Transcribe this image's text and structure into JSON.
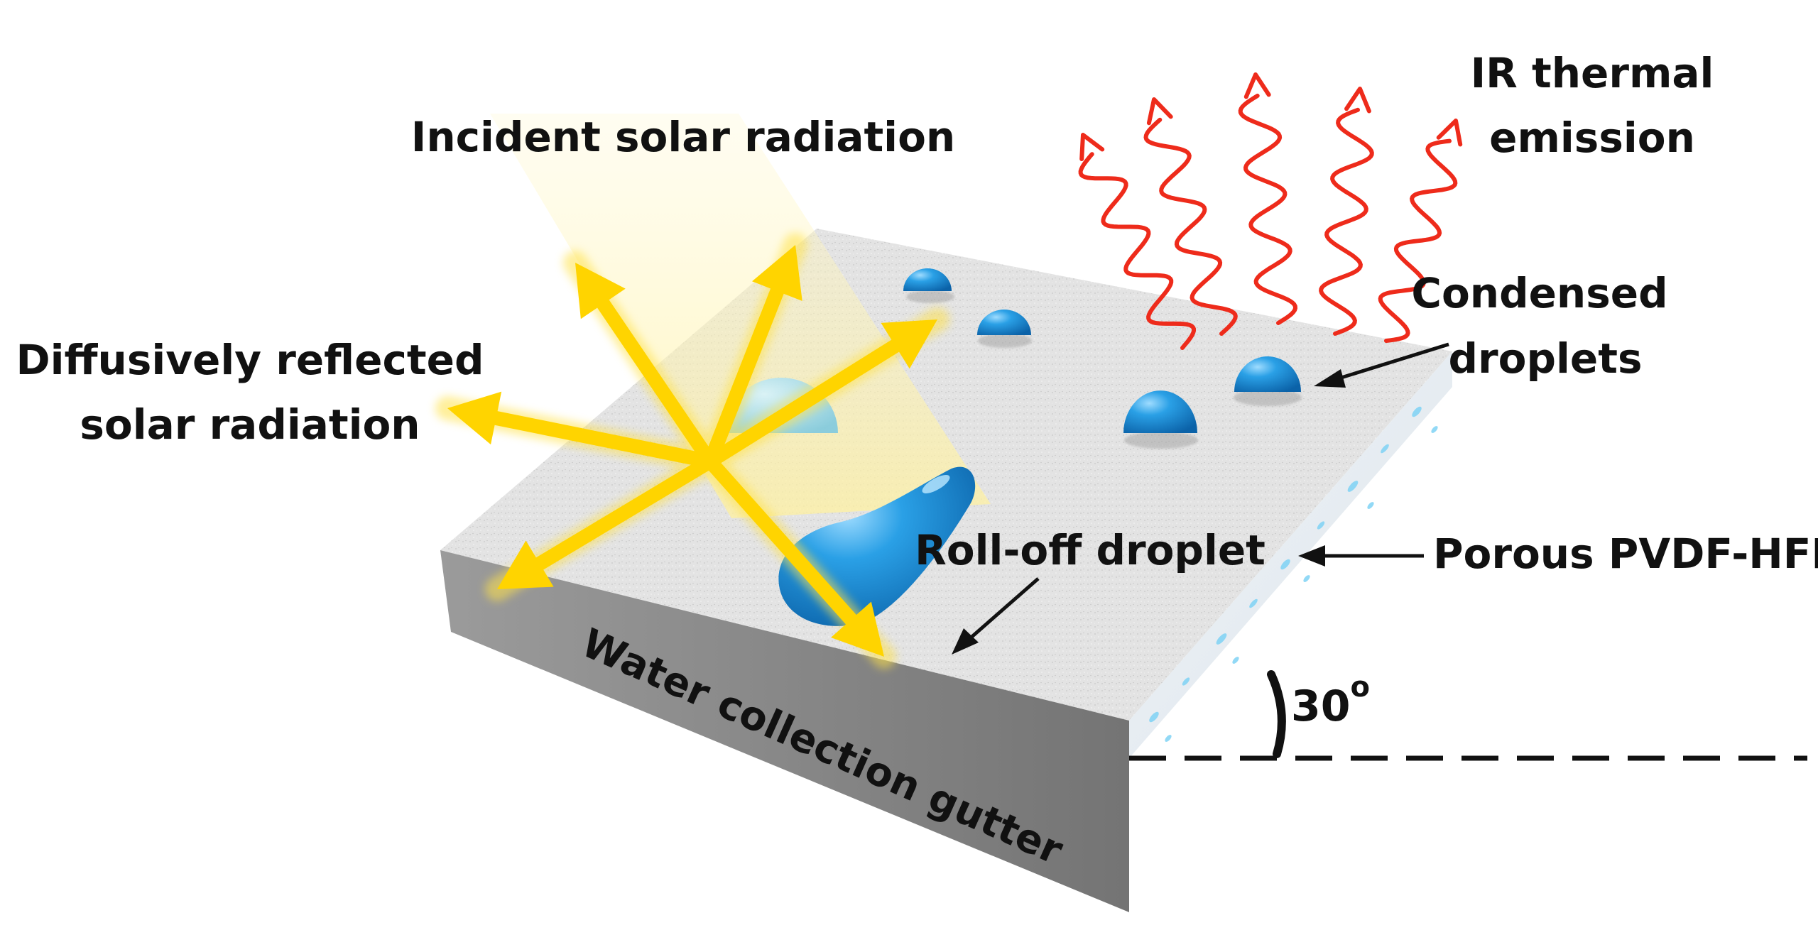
{
  "labels": {
    "incident": "Incident solar radiation",
    "diffuse_line1": "Diffusively reflected",
    "diffuse_line2": "solar radiation",
    "ir_line1": "IR thermal",
    "ir_line2": "emission",
    "condensed_line1": "Condensed",
    "condensed_line2": "droplets",
    "rolloff": "Roll-off droplet",
    "porous": "Porous PVDF-HFP",
    "gutter": "Water collection gutter",
    "angle_value": "30",
    "angle_unit": "o"
  },
  "colors": {
    "surface": "#e2e2e2",
    "front_face": "#8f8f8f",
    "side_face": "#f4f6f8",
    "droplet": "#1a8fd8",
    "ir_waves": "#ee2b1b",
    "sun_arrows": "#ffd400",
    "text": "#111111"
  }
}
